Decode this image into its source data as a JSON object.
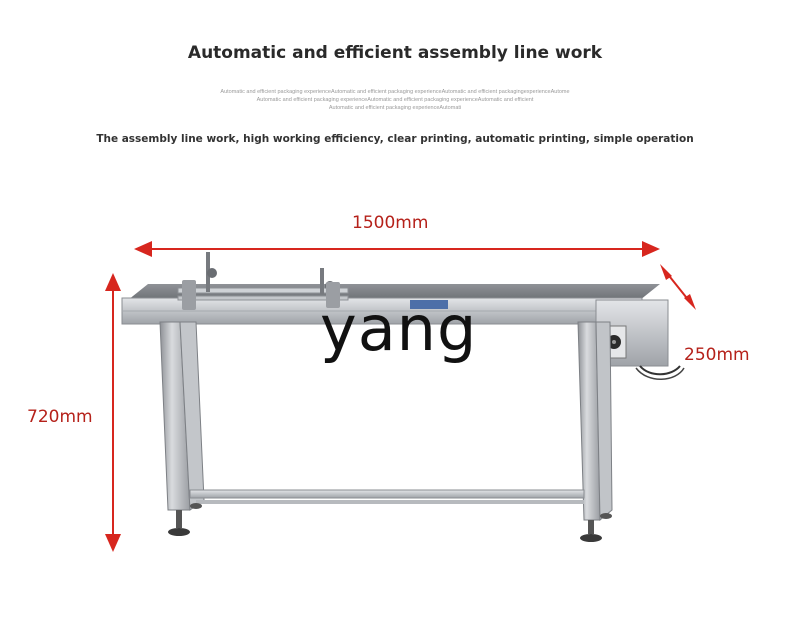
{
  "header": {
    "title": "Automatic and efficient assembly line work",
    "small_lines": [
      "Automatic and efficient packaging experienceAutomatic and efficient packaging experienceAutomatic and efficient packagingexperienceAutome",
      "Automatic and efficient packaging experienceAutomatic and efficient packaging experienceAutomatic and efficient",
      "Automatic and efficient packaging experienceAutomati"
    ],
    "subtitle": "The assembly line work, high working efficiency, clear printing, automatic printing, simple operation"
  },
  "dimensions": {
    "length": "1500mm",
    "width": "250mm",
    "height": "720mm"
  },
  "watermark": "yang",
  "colors": {
    "dimension_red": "#b5211a",
    "steel": "#b9bcc0"
  }
}
